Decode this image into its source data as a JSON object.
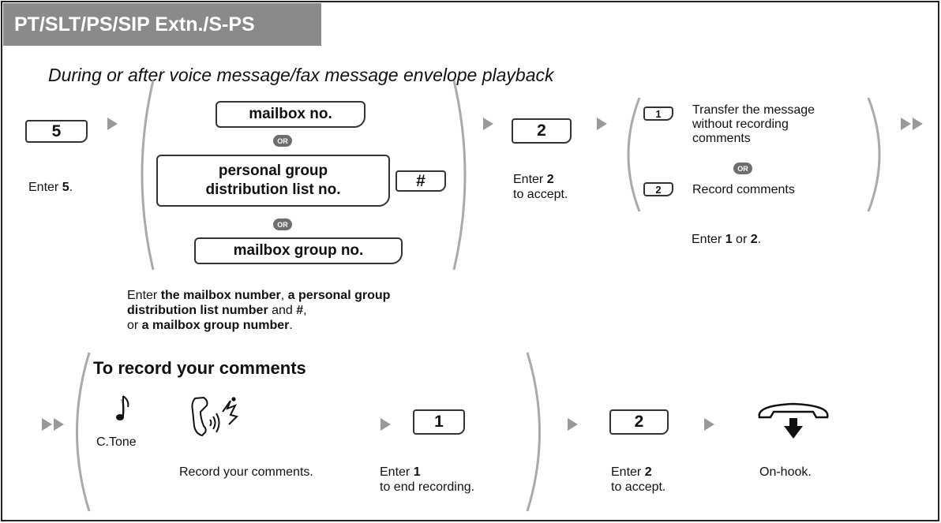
{
  "header": {
    "title": "PT/SLT/PS/SIP Extn./S-PS"
  },
  "subtitle": "During or after voice message/fax message envelope playback",
  "step1": {
    "key": "5",
    "caption_prefix": "Enter ",
    "caption_bold": "5",
    "caption_suffix": "."
  },
  "step2": {
    "option_a": "mailbox no.",
    "option_b_line1": "personal group",
    "option_b_line2": "distribution list no.",
    "hash_key": "#",
    "option_c": "mailbox group no.",
    "or_label": "OR",
    "caption": {
      "l1_prefix": "Enter ",
      "l1_bold_a": "the mailbox number",
      "l1_mid": ", ",
      "l1_bold_b": "a personal group",
      "l2_bold": "distribution list number",
      "l2_mid": " and ",
      "l2_bold_b": "#",
      "l2_suffix": ",",
      "l3_prefix": "or ",
      "l3_bold": "a mailbox group number",
      "l3_suffix": "."
    }
  },
  "step3": {
    "key": "2",
    "caption_prefix": "Enter ",
    "caption_bold": "2",
    "caption_line2": "to accept."
  },
  "step4": {
    "opt1_key": "1",
    "opt1_line1": "Transfer the message",
    "opt1_line2": "without recording",
    "opt1_line3": "comments",
    "or_label": "OR",
    "opt2_key": "2",
    "opt2_label": "Record comments",
    "caption_prefix": "Enter ",
    "caption_bold_a": "1",
    "caption_mid": " or ",
    "caption_bold_b": "2",
    "caption_suffix": "."
  },
  "record_section": {
    "title": "To record your comments",
    "tone_label": "C.Tone",
    "record_caption": "Record your comments.",
    "key1": "1",
    "key1_caption_prefix": "Enter ",
    "key1_caption_bold": "1",
    "key1_caption_line2": "to end recording.",
    "key2": "2",
    "key2_caption_prefix": "Enter ",
    "key2_caption_bold": "2",
    "key2_caption_line2": "to accept.",
    "onhook_caption": "On-hook."
  }
}
